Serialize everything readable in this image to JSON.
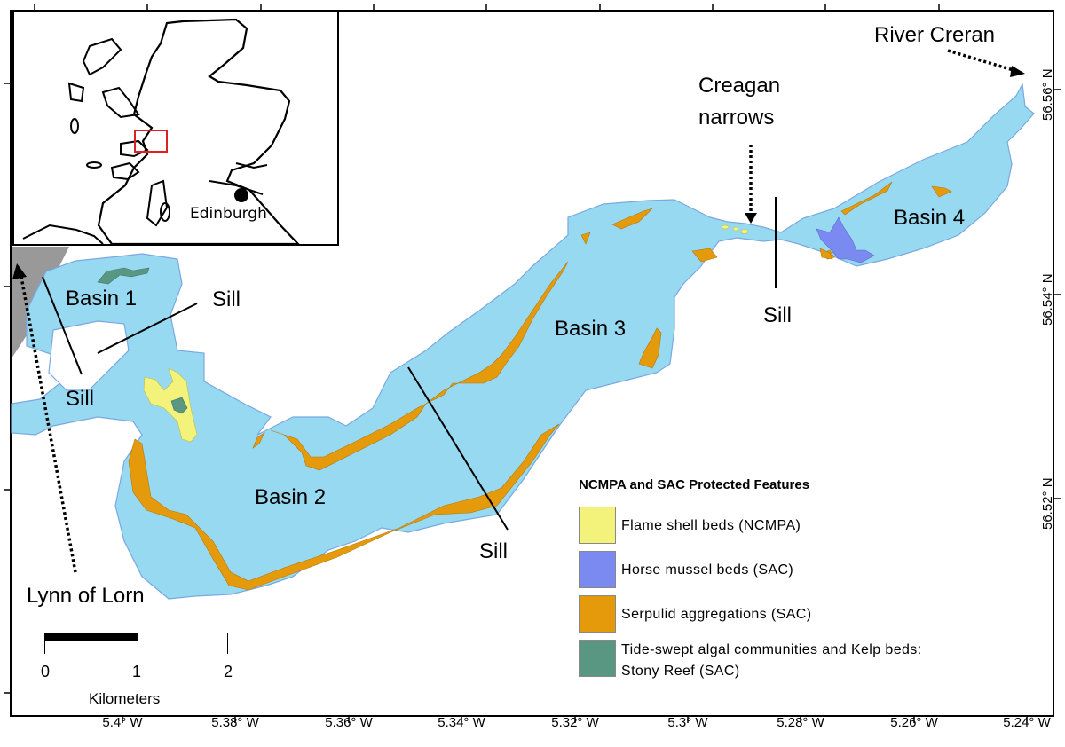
{
  "map": {
    "labels": {
      "river_creran": "River Creran",
      "creagan_narrows_1": "Creagan",
      "creagan_narrows_2": "narrows",
      "basin1": "Basin 1",
      "basin2": "Basin 2",
      "basin3": "Basin 3",
      "basin4": "Basin 4",
      "sill_basin1_top": "Sill",
      "sill_basin1_bottom": "Sill",
      "sill_basin2_3": "Sill",
      "sill_basin3_4": "Sill",
      "lynn_of_lorn": "Lynn of Lorn"
    },
    "inset": {
      "city_label": "Edinburgh",
      "locator_box_color": "#e02020"
    },
    "colors": {
      "water": "#97d9f0",
      "water_outline": "#7aa8e0",
      "land_gray": "#999999",
      "flame_shell": "#f3f27b",
      "horse_mussel": "#7b8af0",
      "serpulid": "#e59a0c",
      "stony_reef": "#5a9783"
    }
  },
  "legend": {
    "title": "NCMPA and SAC Protected Features",
    "items": [
      {
        "label": "Flame shell beds (NCMPA)",
        "color": "#f3f27b"
      },
      {
        "label": "Horse mussel beds (SAC)",
        "color": "#7b8af0"
      },
      {
        "label": "Serpulid aggregations (SAC)",
        "color": "#e59a0c"
      },
      {
        "label_line1": "Tide-swept algal communities and Kelp beds:",
        "label_line2": "Stony Reef (SAC)",
        "color": "#5a9783"
      }
    ]
  },
  "scale_bar": {
    "ticks": [
      "0",
      "1",
      "2"
    ],
    "unit": "Kilometers"
  },
  "axes": {
    "x_ticks": [
      "5.4° W",
      "5.38° W",
      "5.36° W",
      "5.34° W",
      "5.32° W",
      "5.3° W",
      "5.28° W",
      "5.26° W",
      "5.24° W"
    ],
    "y_ticks": [
      "56.56° N",
      "56.54° N",
      "56.52° N"
    ]
  }
}
